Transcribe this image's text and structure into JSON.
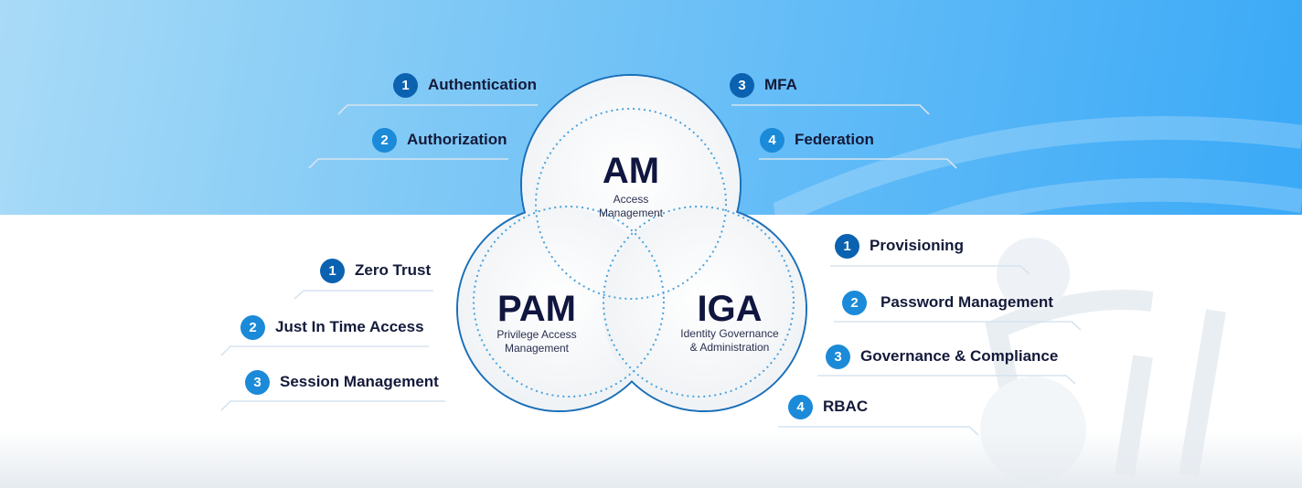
{
  "am": {
    "title": "AM",
    "subtitle_line1": "Access",
    "subtitle_line2": "Management",
    "items": [
      {
        "num": "1",
        "label": "Authentication"
      },
      {
        "num": "2",
        "label": "Authorization"
      },
      {
        "num": "3",
        "label": "MFA"
      },
      {
        "num": "4",
        "label": "Federation"
      }
    ]
  },
  "pam": {
    "title": "PAM",
    "subtitle_line1": "Privilege Access",
    "subtitle_line2": "Management",
    "items": [
      {
        "num": "1",
        "label": "Zero Trust"
      },
      {
        "num": "2",
        "label": "Just In Time Access"
      },
      {
        "num": "3",
        "label": "Session Management"
      }
    ]
  },
  "iga": {
    "title": "IGA",
    "subtitle_line1": "Identity Governance",
    "subtitle_line2": "& Administration",
    "items": [
      {
        "num": "1",
        "label": "Provisioning"
      },
      {
        "num": "2",
        "label": "Password Management"
      },
      {
        "num": "3",
        "label": "Governance & Compliance"
      },
      {
        "num": "4",
        "label": "RBAC"
      }
    ]
  },
  "colors": {
    "badge_dark": "#0b62b0",
    "badge_mid": "#1b8ad8",
    "outline": "#1a6fb8",
    "text": "#141a3a"
  }
}
